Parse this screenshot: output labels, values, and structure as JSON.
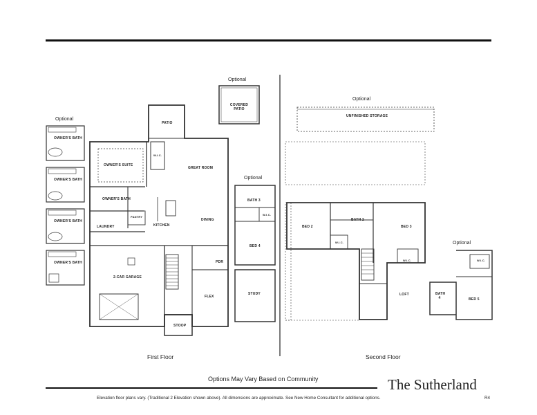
{
  "title": "The Sutherland",
  "revision": "R4",
  "options_note": "Options May Vary Based on Community",
  "disclaimer": "Elevation floor plans vary. (Traditional 2 Elevation shown above). All dimensions are approximate. See New Home Consultant for additional options.",
  "optional_label": "Optional",
  "floors": {
    "first": "First Floor",
    "second": "Second Floor"
  },
  "first_floor_rooms": {
    "covered_patio": "COVERED PATIO",
    "patio": "PATIO",
    "great_room": "GREAT ROOM",
    "owners_suite": "OWNER'S SUITE",
    "owners_bath": "OWNER'S BATH",
    "wic": "W.I.C.",
    "pantry": "PANTRY",
    "laundry": "LAUNDRY",
    "kitchen": "KITCHEN",
    "dining": "DINING",
    "garage": "2-CAR GARAGE",
    "pdr": "PDR",
    "flex": "FLEX",
    "stoop": "STOOP",
    "bath3": "BATH 3",
    "wic2": "W.I.C.",
    "bed4": "BED 4",
    "study": "STUDY"
  },
  "optional_baths": [
    "OWNER'S BATH",
    "OWNER'S BATH",
    "OWNER'S BATH",
    "OWNER'S BATH"
  ],
  "second_floor_rooms": {
    "storage": "UNFINISHED STORAGE",
    "bed2": "BED 2",
    "bath2": "BATH 2",
    "bed3": "BED 3",
    "wic_bed2": "W.I.C.",
    "wic_bed3": "W.I.C.",
    "loft": "LOFT",
    "bath4": "BATH 4",
    "bed5": "BED 5",
    "wic_bed5": "W.I.C."
  }
}
